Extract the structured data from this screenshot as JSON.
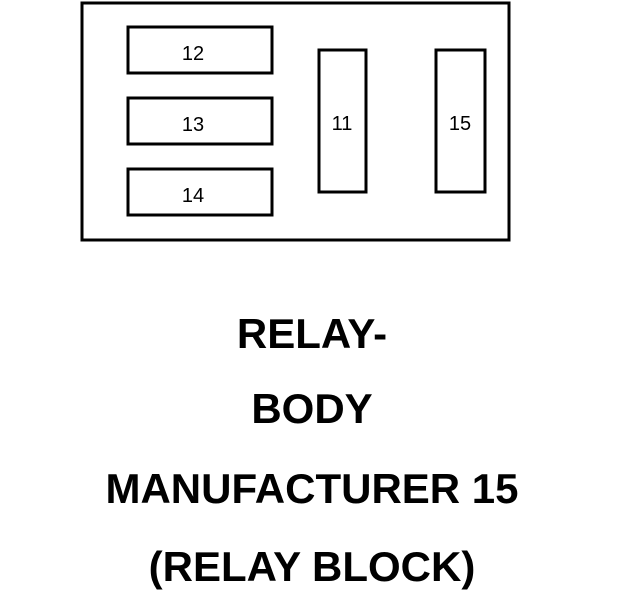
{
  "relay_block": {
    "relays": [
      {
        "label": "12"
      },
      {
        "label": "13"
      },
      {
        "label": "14"
      },
      {
        "label": "11"
      },
      {
        "label": "15"
      }
    ]
  },
  "caption": {
    "line1": "RELAY-",
    "line2": "BODY",
    "line3": "MANUFACTURER 15",
    "line4": "(RELAY BLOCK)"
  },
  "colors": {
    "stroke": "#000000",
    "background": "#ffffff"
  }
}
